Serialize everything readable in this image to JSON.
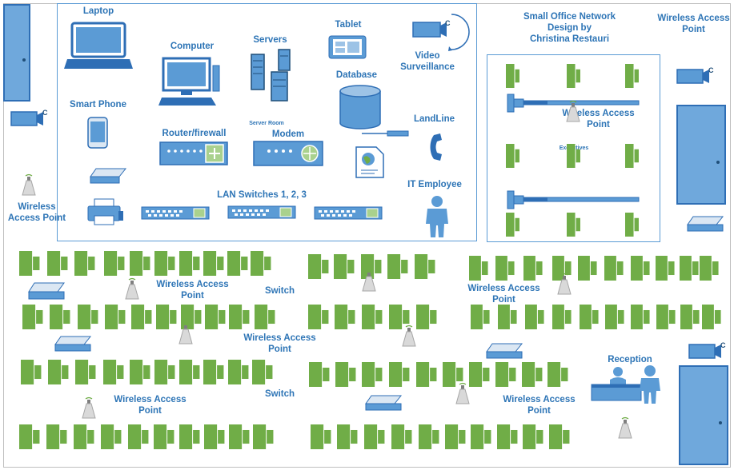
{
  "title_lines": [
    "Small Office Network",
    "Design by",
    "Christina Restauri"
  ],
  "labels": {
    "laptop": "Laptop",
    "computer": "Computer",
    "servers": "Servers",
    "tablet": "Tablet",
    "video_surveillance": [
      "Video",
      "Surveillance"
    ],
    "database": "Database",
    "smart_phone": "Smart Phone",
    "server_room": "Server Room",
    "modem": "Modem",
    "router_firewall": "Router/firewall",
    "landline": "LandLine",
    "lan_switches": "LAN Switches 1, 2, 3",
    "it_employee": "IT Employee",
    "executives": "Executives",
    "reception": "Reception",
    "switch": "Switch",
    "wap": [
      "Wireless Access",
      "Point"
    ],
    "wap_left": [
      "Wireless",
      "Access Point"
    ]
  },
  "colors": {
    "label_blue": "#2e75b6",
    "device_blue": "#5b9bd5",
    "dark_blue": "#2e6eb5",
    "desk_green": "#70ad47",
    "ap_gray": "#d9d9d9"
  },
  "icons": [
    "laptop-icon",
    "desktop-computer-icon",
    "server-rack-icon",
    "tablet-icon",
    "security-camera-icon",
    "database-icon",
    "smartphone-icon",
    "router-icon",
    "modem-icon",
    "network-switch-icon",
    "phone-handset-icon",
    "person-icon",
    "printer-icon",
    "scanner-icon",
    "web-document-icon",
    "wireless-access-point-icon",
    "door-icon",
    "desk-chair-icon",
    "conference-table-icon",
    "reception-desk-icon"
  ]
}
